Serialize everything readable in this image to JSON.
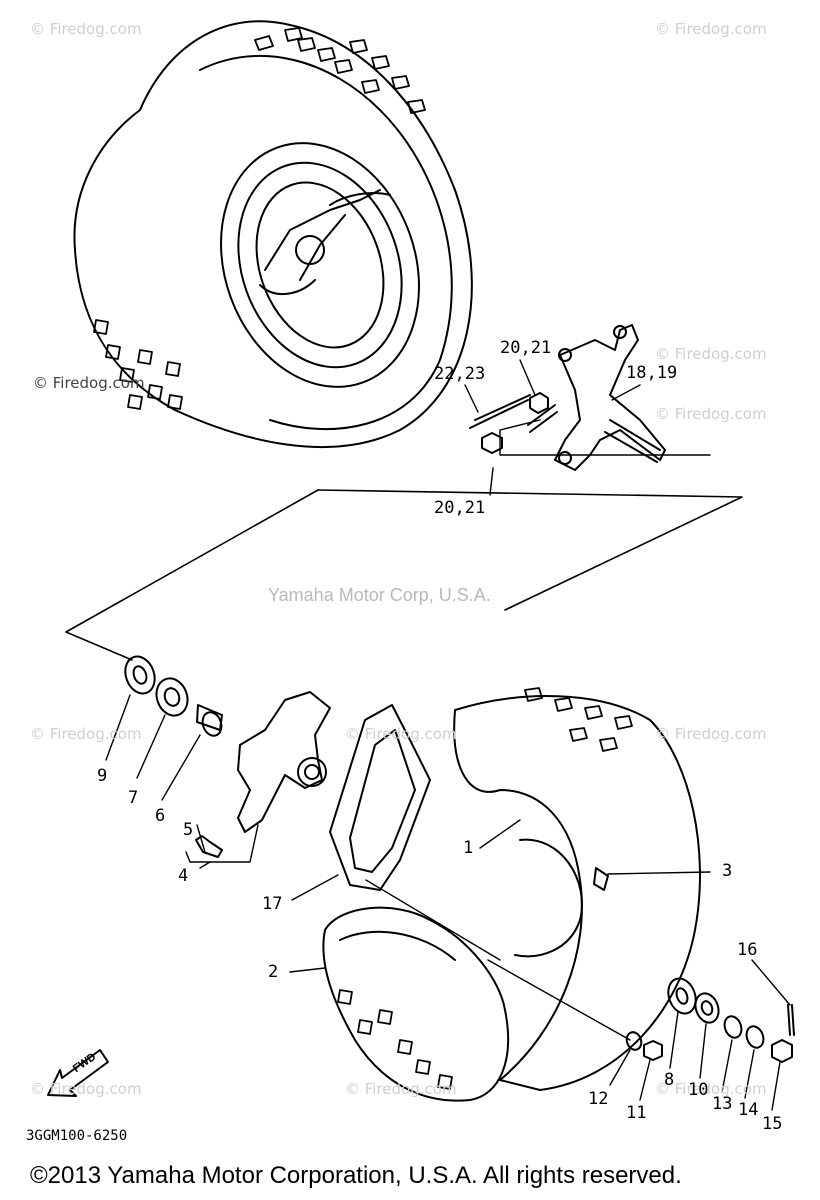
{
  "watermarks": {
    "firedog_tl": "© Firedog.com",
    "firedog_tr": "© Firedog.com",
    "firedog_ml": "© Firedog.com",
    "firedog_mr": "© Firedog.com",
    "firedog_mr2": "© Firedog.com",
    "firedog_cl": "© Firedog.com",
    "firedog_cm": "© Firedog.com",
    "firedog_cr": "© Firedog.com",
    "firedog_bl": "© Firedog.com",
    "firedog_bm": "© Firedog.com",
    "firedog_br": "© Firedog.com",
    "center": "Yamaha Motor Corp, U.S.A."
  },
  "callouts": {
    "c1": "1",
    "c2": "2",
    "c3": "3",
    "c4": "4",
    "c5": "5",
    "c6": "6",
    "c7": "7",
    "c8": "8",
    "c9": "9",
    "c10": "10",
    "c11": "11",
    "c12": "12",
    "c13": "13",
    "c14": "14",
    "c15": "15",
    "c16": "16",
    "c17": "17",
    "c1819": "18,19",
    "c2021a": "20,21",
    "c2021b": "20,21",
    "c2223": "22,23"
  },
  "fwd_label": "FWD",
  "part_code": "3GGM100-6250",
  "copyright": "©2013 Yamaha Motor Corporation, U.S.A. All rights reserved."
}
